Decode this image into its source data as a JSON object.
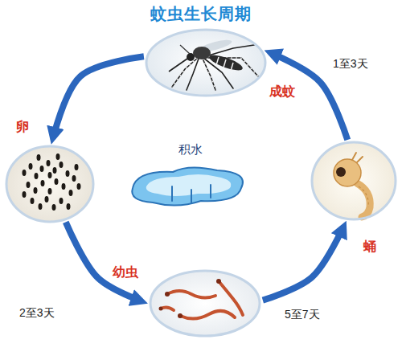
{
  "diagram": {
    "title": "蚊虫生长周期",
    "nodes": [
      {
        "text": [
          "成蚊"
        ]
      },
      {
        "text": [
          "卵"
        ]
      },
      {
        "text": [
          "幼虫"
        ]
      },
      {
        "text": [
          "蛹"
        ]
      }
    ],
    "edges": [
      {
        "from": 0,
        "to": 1,
        "arrow": "to"
      },
      {
        "from": 1,
        "to": 2,
        "label": "2至3天",
        "arrow": "to"
      },
      {
        "from": 2,
        "to": 3,
        "label": "5至7天",
        "arrow": "to"
      },
      {
        "from": 3,
        "to": 0,
        "label": "1至3天",
        "arrow": "to"
      }
    ],
    "labels": [
      "积水"
    ]
  }
}
